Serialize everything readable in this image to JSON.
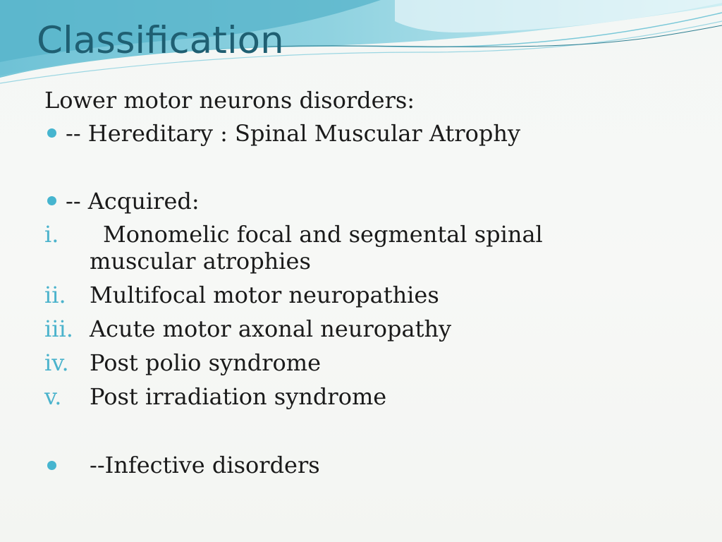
{
  "slide": {
    "title": "Classification",
    "heading": "Lower motor neurons disorders:",
    "bullets": [
      {
        "text": "-- Hereditary : Spinal Muscular Atrophy"
      },
      {
        "text": "-- Acquired:"
      }
    ],
    "numbered": [
      {
        "marker": "i.",
        "text": "Monomelic focal and segmental spinal",
        "text_cont": "muscular atrophies"
      },
      {
        "marker": "ii.",
        "text": "Multifocal motor neuropathies"
      },
      {
        "marker": "iii.",
        "text": "Acute motor axonal neuropathy"
      },
      {
        "marker": "iv.",
        "text": "Post polio syndrome"
      },
      {
        "marker": "v.",
        "text": "Post irradiation syndrome"
      }
    ],
    "last_bullet": {
      "text": "--Infective disorders"
    },
    "colors": {
      "title": "#1f5f72",
      "accent": "#46b5cf",
      "wave_dark": "#5bb8cf",
      "wave_light": "#a9dfe9"
    }
  }
}
